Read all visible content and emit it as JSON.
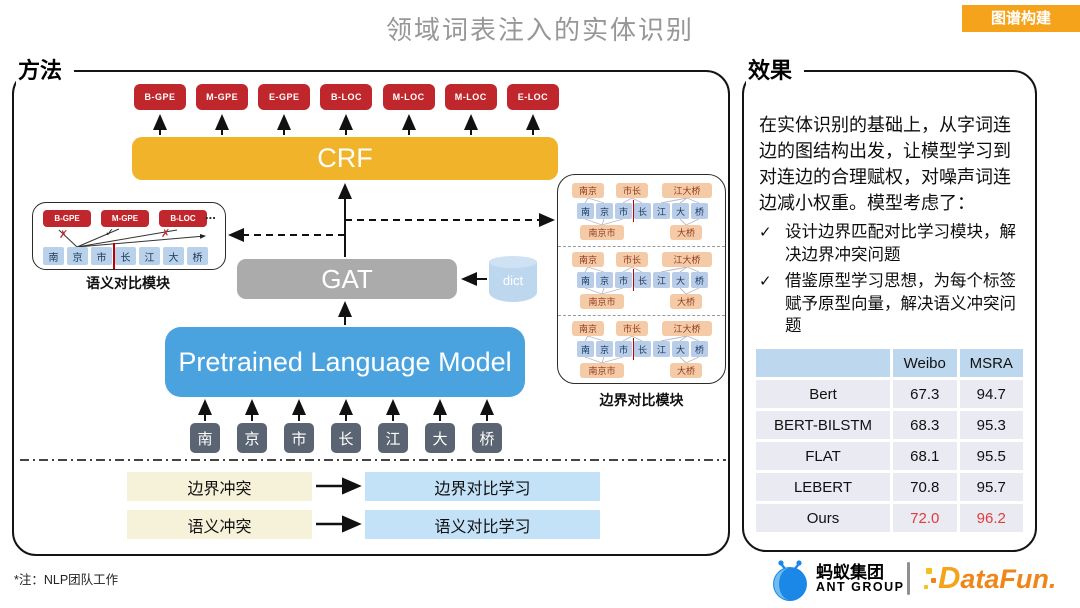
{
  "slide": {
    "title": "领域词表注入的实体识别",
    "corner_badge": "图谱构建",
    "footnote": "*注：NLP团队工作"
  },
  "method": {
    "panel_label": "方法",
    "output_tags": [
      "B-GPE",
      "M-GPE",
      "E-GPE",
      "B-LOC",
      "M-LOC",
      "M-LOC",
      "E-LOC"
    ],
    "crf_label": "CRF",
    "gat_label": "GAT",
    "dict_label": "dict",
    "plm_label": "Pretrained Language Model",
    "sentence_chars": [
      "南",
      "京",
      "市",
      "长",
      "江",
      "大",
      "桥"
    ],
    "semantic_module": {
      "title": "语义对比模块",
      "tags": [
        "B-GPE",
        "M-GPE",
        "B-LOC"
      ],
      "ellipsis": "...",
      "marks": [
        "✗",
        "✓",
        "✗"
      ]
    },
    "boundary_module": {
      "title": "边界对比模块",
      "group": {
        "top_words": [
          "南京",
          "市长",
          "江大桥"
        ],
        "bottom_words": [
          "南京市",
          "大桥"
        ]
      }
    },
    "conflict_flows": [
      {
        "cause": "边界冲突",
        "solution": "边界对比学习"
      },
      {
        "cause": "语义冲突",
        "solution": "语义对比学习"
      }
    ]
  },
  "effect": {
    "panel_label": "效果",
    "paragraph": "在实体识别的基础上，从字词连边的图结构出发，让模型学习到对连边的合理赋权，对噪声词连边减小权重。模型考虑了：",
    "check_glyph": "✓",
    "bullets": [
      "设计边界匹配对比学习模块，解决边界冲突问题",
      "借鉴原型学习思想，为每个标签赋予原型向量，解决语义冲突问题"
    ],
    "table": {
      "headers": [
        "",
        "Weibo",
        "MSRA"
      ],
      "rows": [
        {
          "model": "Bert",
          "weibo": "67.3",
          "msra": "94.7"
        },
        {
          "model": "BERT-BILSTM",
          "weibo": "68.3",
          "msra": "95.3"
        },
        {
          "model": "FLAT",
          "weibo": "68.1",
          "msra": "95.5"
        },
        {
          "model": "LEBERT",
          "weibo": "70.8",
          "msra": "95.7"
        },
        {
          "model": "Ours",
          "weibo": "72.0",
          "msra": "96.2",
          "highlight": true
        }
      ]
    }
  },
  "footer": {
    "ant_cn": "蚂蚁集团",
    "ant_en": "ANT GROUP",
    "datafun": {
      "initial": "D",
      "rest": "ataFun."
    }
  },
  "colors": {
    "badge_orange": "#F5A31B",
    "tag_red": "#C0272D",
    "crf_yellow": "#F0B32A",
    "gat_gray": "#ABABAB",
    "plm_blue": "#4AA3DF",
    "light_blue": "#BDD7EE",
    "char_box_gray": "#5A6472",
    "cream": "#F6F1D9",
    "flow_blue": "#C3E1F7",
    "table_row_gray": "#EAEAF2",
    "highlight_red": "#E03C3C"
  }
}
